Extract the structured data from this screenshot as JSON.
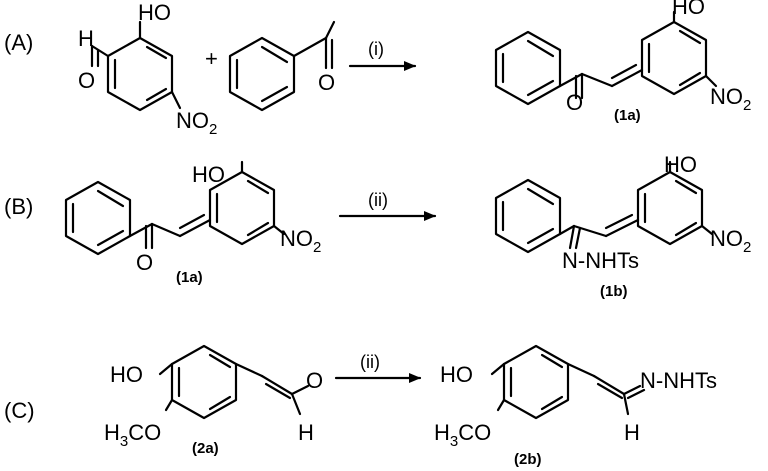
{
  "section_labels": [
    "(A)",
    "(B)",
    "(C)"
  ],
  "conditions": {
    "i": "(i)",
    "ii": "(ii)"
  },
  "plus": "+",
  "atoms": {
    "H": "H",
    "O": "O",
    "HO": "HO",
    "NO": "NO",
    "two": "2",
    "N_NHTs": "N-NHTs",
    "H3CO_a": "H",
    "three": "3",
    "H3CO_b": "CO"
  },
  "compounds": {
    "c1a": "(1a)",
    "c1b": "(1b)",
    "c2a": "(2a)",
    "c2b": "(2b)"
  }
}
